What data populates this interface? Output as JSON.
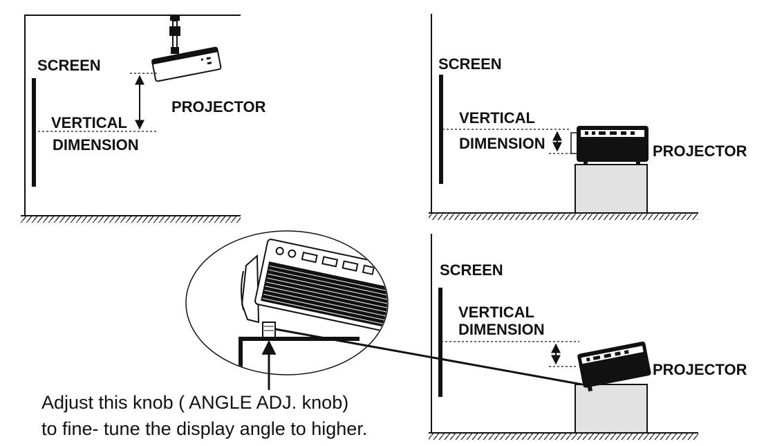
{
  "labels": {
    "screen": "SCREEN",
    "vertical": "VERTICAL",
    "dimension": "DIMENSION",
    "projector": "PROJECTOR"
  },
  "caption": {
    "line1": "Adjust this knob ( ANGLE ADJ. knob)",
    "line2": "to fine- tune the display angle to higher."
  },
  "colors": {
    "ink": "#111111",
    "table": "#e2e2e2",
    "background": "#ffffff"
  }
}
